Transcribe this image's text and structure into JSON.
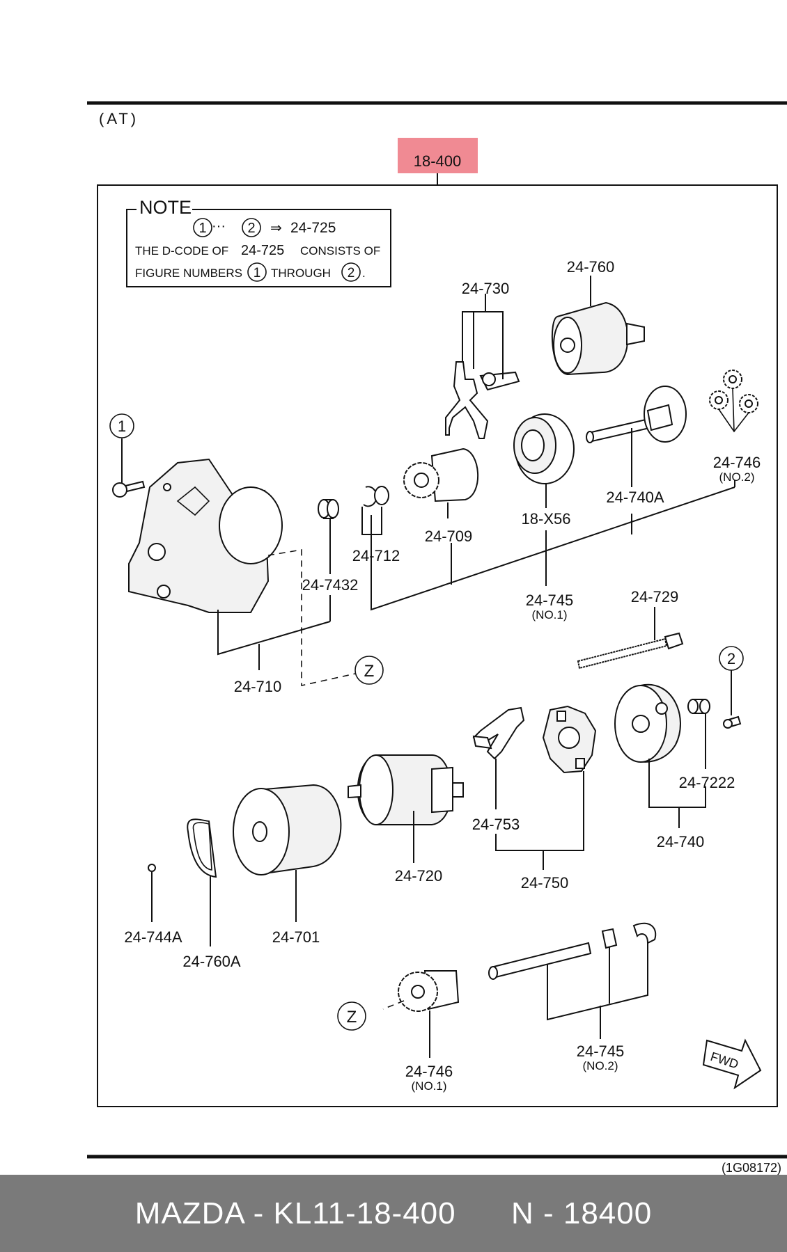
{
  "variant_label": "(AT)",
  "assembly_code": "18-400",
  "assembly_highlight_color": "#f08a93",
  "note": {
    "title": "NOTE",
    "range_from": "1",
    "range_to": "2",
    "range_target": "24-725",
    "line2_prefix": "THE D-CODE OF",
    "line2_code": "24-725",
    "line2_suffix": "CONSISTS OF",
    "line3_prefix": "FIGURE NUMBERS",
    "line3_mid": "THROUGH"
  },
  "callouts": {
    "c1": "1",
    "c2": "2",
    "z_top": "Z",
    "z_bottom": "Z"
  },
  "labels": {
    "p24_760": "24-760",
    "p24_730": "24-730",
    "p24_746_no2_code": "24-746",
    "p24_746_no2_sub": "(NO.2)",
    "p24_740A": "24-740A",
    "p18_X56": "18-X56",
    "p24_709": "24-709",
    "p24_712": "24-712",
    "p24_7432": "24-7432",
    "p24_710": "24-710",
    "p24_745_no1_code": "24-745",
    "p24_745_no1_sub": "(NO.1)",
    "p24_729": "24-729",
    "p24_7222": "24-7222",
    "p24_740": "24-740",
    "p24_753": "24-753",
    "p24_750": "24-750",
    "p24_720": "24-720",
    "p24_701": "24-701",
    "p24_744A": "24-744A",
    "p24_760A": "24-760A",
    "p24_745_no2_code": "24-745",
    "p24_745_no2_sub": "(NO.2)",
    "p24_746_no1_code": "24-746",
    "p24_746_no1_sub": "(NO.1)",
    "fwd": "FWD"
  },
  "figure_code": "(1G08172)",
  "footer": {
    "text": "MAZDA - KL11-18-400      N - 18400"
  },
  "colors": {
    "footer_bg": "#7a7a7a",
    "footer_text": "#ffffff",
    "line": "#111111"
  }
}
